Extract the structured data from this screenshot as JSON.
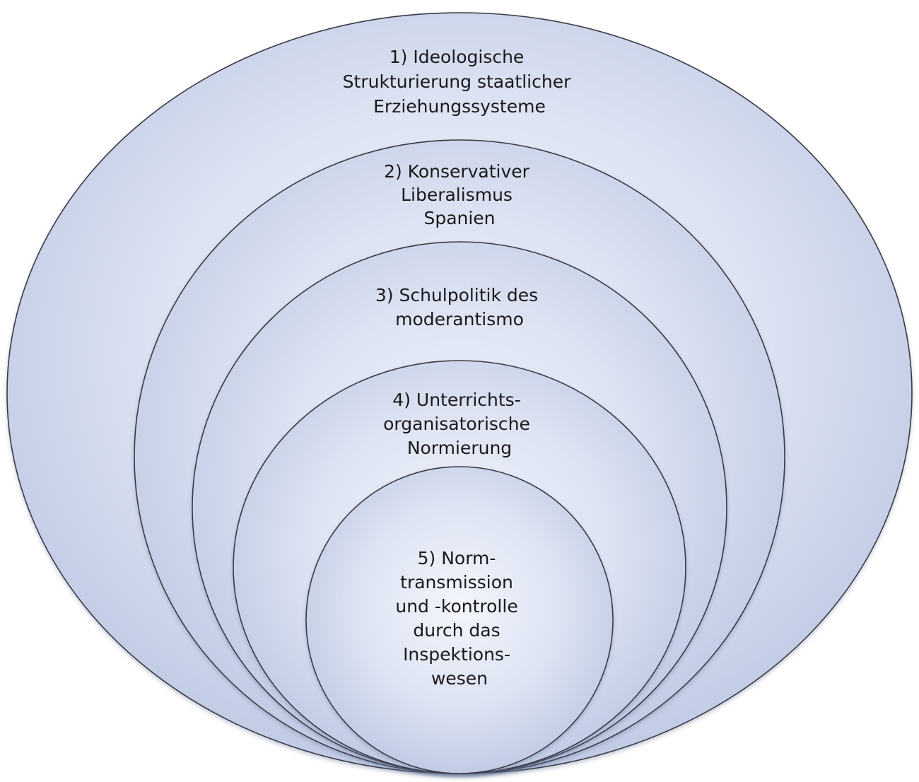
{
  "diagram": {
    "rings": [
      {
        "lines": [
          "1) Ideologische",
          "Strukturierung staatlicher",
          "Erziehungssysteme"
        ]
      },
      {
        "lines": [
          "2) Konservativer",
          "Liberalismus",
          "Spanien"
        ]
      },
      {
        "lines": [
          "3) Schulpolitik des",
          "moderantismo"
        ]
      },
      {
        "lines": [
          "4) Unterrichts-",
          "organisatorische",
          "Normierung"
        ]
      },
      {
        "lines": [
          "5) Norm-",
          "transmission",
          "und -kontrolle",
          "durch das",
          "Inspektions-",
          "wesen"
        ]
      }
    ]
  }
}
